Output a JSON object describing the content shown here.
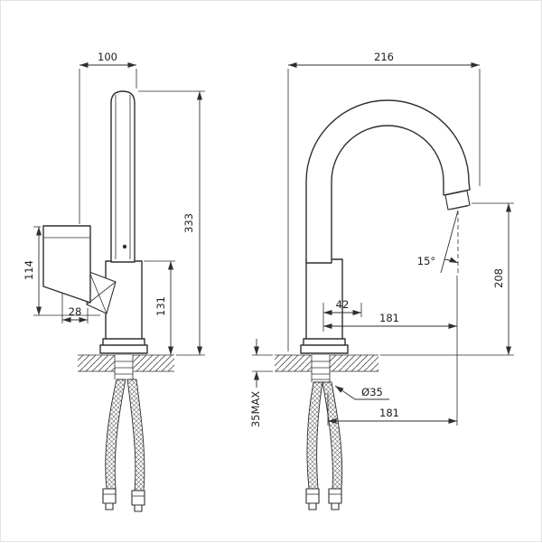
{
  "drawing": {
    "type": "faucet-technical-drawing",
    "line_color": "#2f2f2f",
    "background": "#ffffff"
  },
  "left_view": {
    "name": "side-view",
    "dims": {
      "top_width": "100",
      "total_height": "333",
      "body_height": "131",
      "handle_height": "114",
      "handle_offset": "28"
    }
  },
  "right_view": {
    "name": "front-view",
    "dims": {
      "top_width": "216",
      "spout_height": "208",
      "spout_angle": "15°",
      "base_offset": "42",
      "spout_reach": "181",
      "hole_diameter": "Ø35",
      "max_thickness": "35MAX",
      "bottom_reach": "181"
    }
  }
}
